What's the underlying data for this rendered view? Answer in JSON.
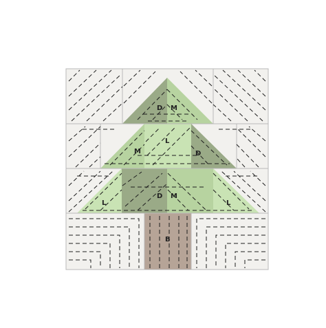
{
  "colors": {
    "background": "#f2f1ee",
    "dark_green": "#9aaa87",
    "medium_green": "#b7d3a0",
    "light_green": "#c9e3b4",
    "trunk": "#b6a497",
    "grid_line": "#b9b9b9",
    "stitch_line": "#1e1e1e"
  },
  "labels": {
    "top_d": "D",
    "top_m": "M",
    "mid_m": "M",
    "mid_l": "L",
    "mid_d": "D",
    "low_l_left": "L",
    "low_d": "D",
    "low_m": "M",
    "low_l_right": "L",
    "trunk_b": "B"
  }
}
